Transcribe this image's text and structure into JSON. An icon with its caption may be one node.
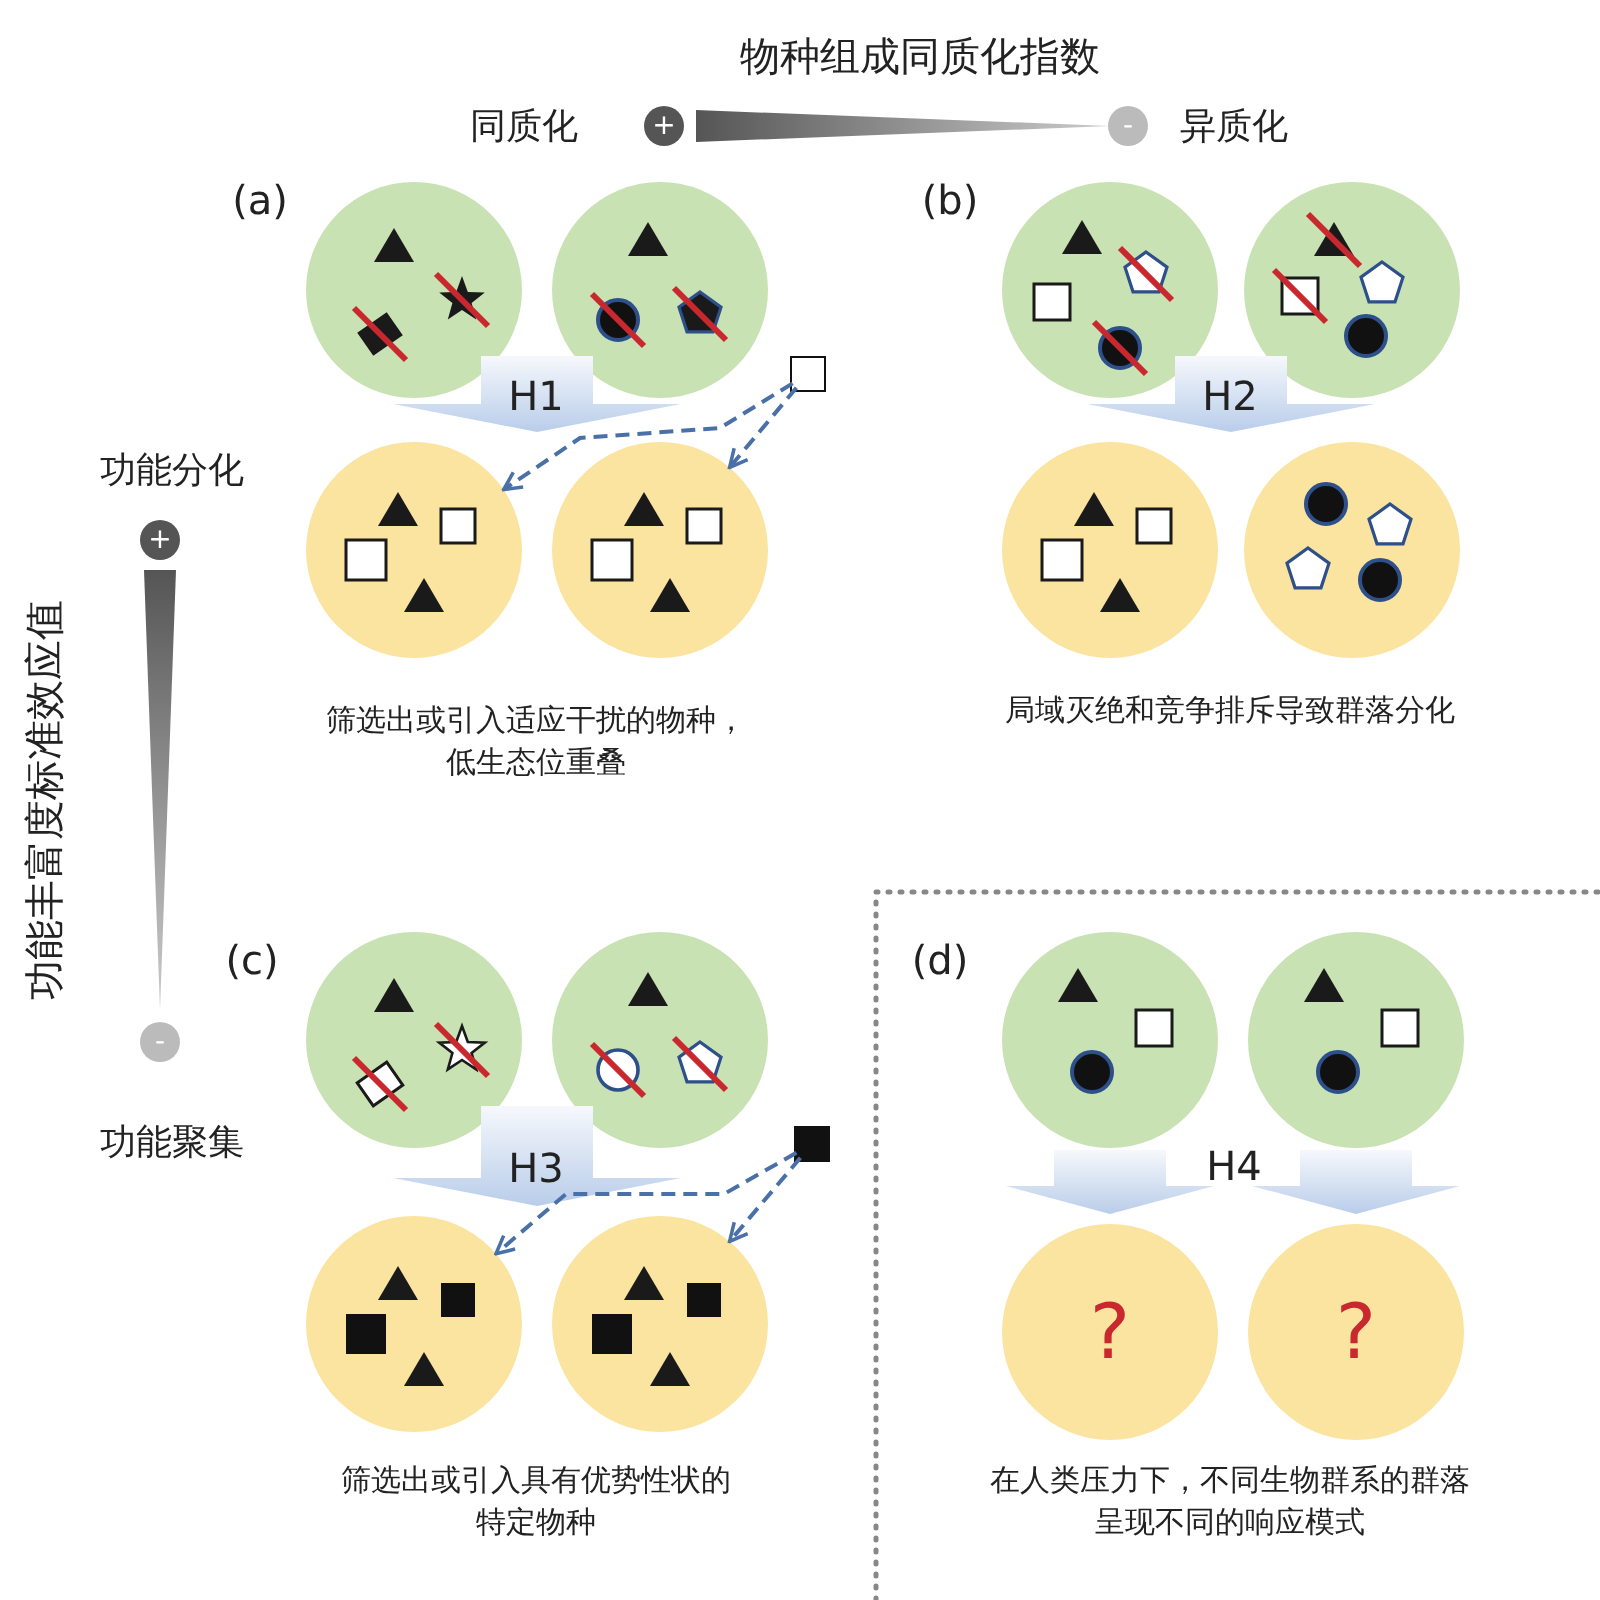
{
  "diagram": {
    "nodes": [
      {
        "text": [],
        "shape": "circle"
      },
      {
        "text": [],
        "shape": "circle"
      },
      {
        "text": [],
        "shape": "box"
      },
      {
        "text": [],
        "shape": "circle"
      },
      {
        "text": [],
        "shape": "circle"
      },
      {
        "text": [],
        "shape": "circle"
      },
      {
        "text": [],
        "shape": "circle"
      },
      {
        "text": [],
        "shape": "circle"
      },
      {
        "text": [],
        "shape": "circle"
      },
      {
        "text": [],
        "shape": "circle"
      },
      {
        "text": [],
        "shape": "circle"
      },
      {
        "text": [],
        "shape": "box"
      },
      {
        "text": [],
        "shape": "circle"
      },
      {
        "text": [],
        "shape": "circle"
      },
      {
        "text": [],
        "shape": "circle"
      },
      {
        "text": [],
        "shape": "circle"
      },
      {
        "text": [
          "?"
        ]
      },
      {
        "text": [
          "?"
        ]
      }
    ],
    "edges": [
      {
        "from": 2,
        "to": 3,
        "arrow": "to",
        "style": "dashed"
      },
      {
        "from": 2,
        "to": 4,
        "arrow": "to",
        "style": "dashed"
      },
      {
        "from": 11,
        "to": 12,
        "arrow": "to",
        "style": "dashed"
      },
      {
        "from": 11,
        "to": 13,
        "arrow": "to",
        "style": "dashed"
      },
      {
        "from": 14,
        "to": 16,
        "arrow": "to",
        "style": "thick",
        "color": "#b9cdea"
      },
      {
        "from": 15,
        "to": 17,
        "arrow": "to",
        "style": "thick",
        "color": "#b9cdea"
      },
      {
        "from": 0,
        "to": 3,
        "arrow": "to",
        "style": "thick",
        "color": "#b9cdea"
      },
      {
        "from": 1,
        "to": 4,
        "arrow": "to",
        "style": "thick",
        "color": "#b9cdea"
      },
      {
        "from": 5,
        "to": 7,
        "arrow": "to",
        "style": "thick",
        "color": "#b9cdea"
      },
      {
        "from": 6,
        "to": 8,
        "arrow": "to",
        "style": "thick",
        "color": "#b9cdea"
      },
      {
        "from": 9,
        "to": 12,
        "arrow": "to",
        "style": "thick",
        "color": "#b9cdea"
      },
      {
        "from": 10,
        "to": 13,
        "arrow": "to",
        "style": "thick",
        "color": "#b9cdea"
      }
    ],
    "labels": [
      "物种组成同质化指数",
      "同质化",
      "+",
      "-",
      "异质化",
      "(a)",
      "H1",
      "(b)",
      "H2",
      "功能分化",
      "+",
      "功能丰富度标准效应值",
      "筛选出或引入适应干扰的物种，低生态位重叠",
      "局域灭绝和竞争排斥导致群落分化",
      "-",
      "(c)",
      "功能聚集",
      "H3",
      "(d)",
      "H4",
      "筛选出或引入具有优势性状的特定物种",
      "在人类压力下，不同生物群系的群落呈现不同的响应模式"
    ]
  }
}
